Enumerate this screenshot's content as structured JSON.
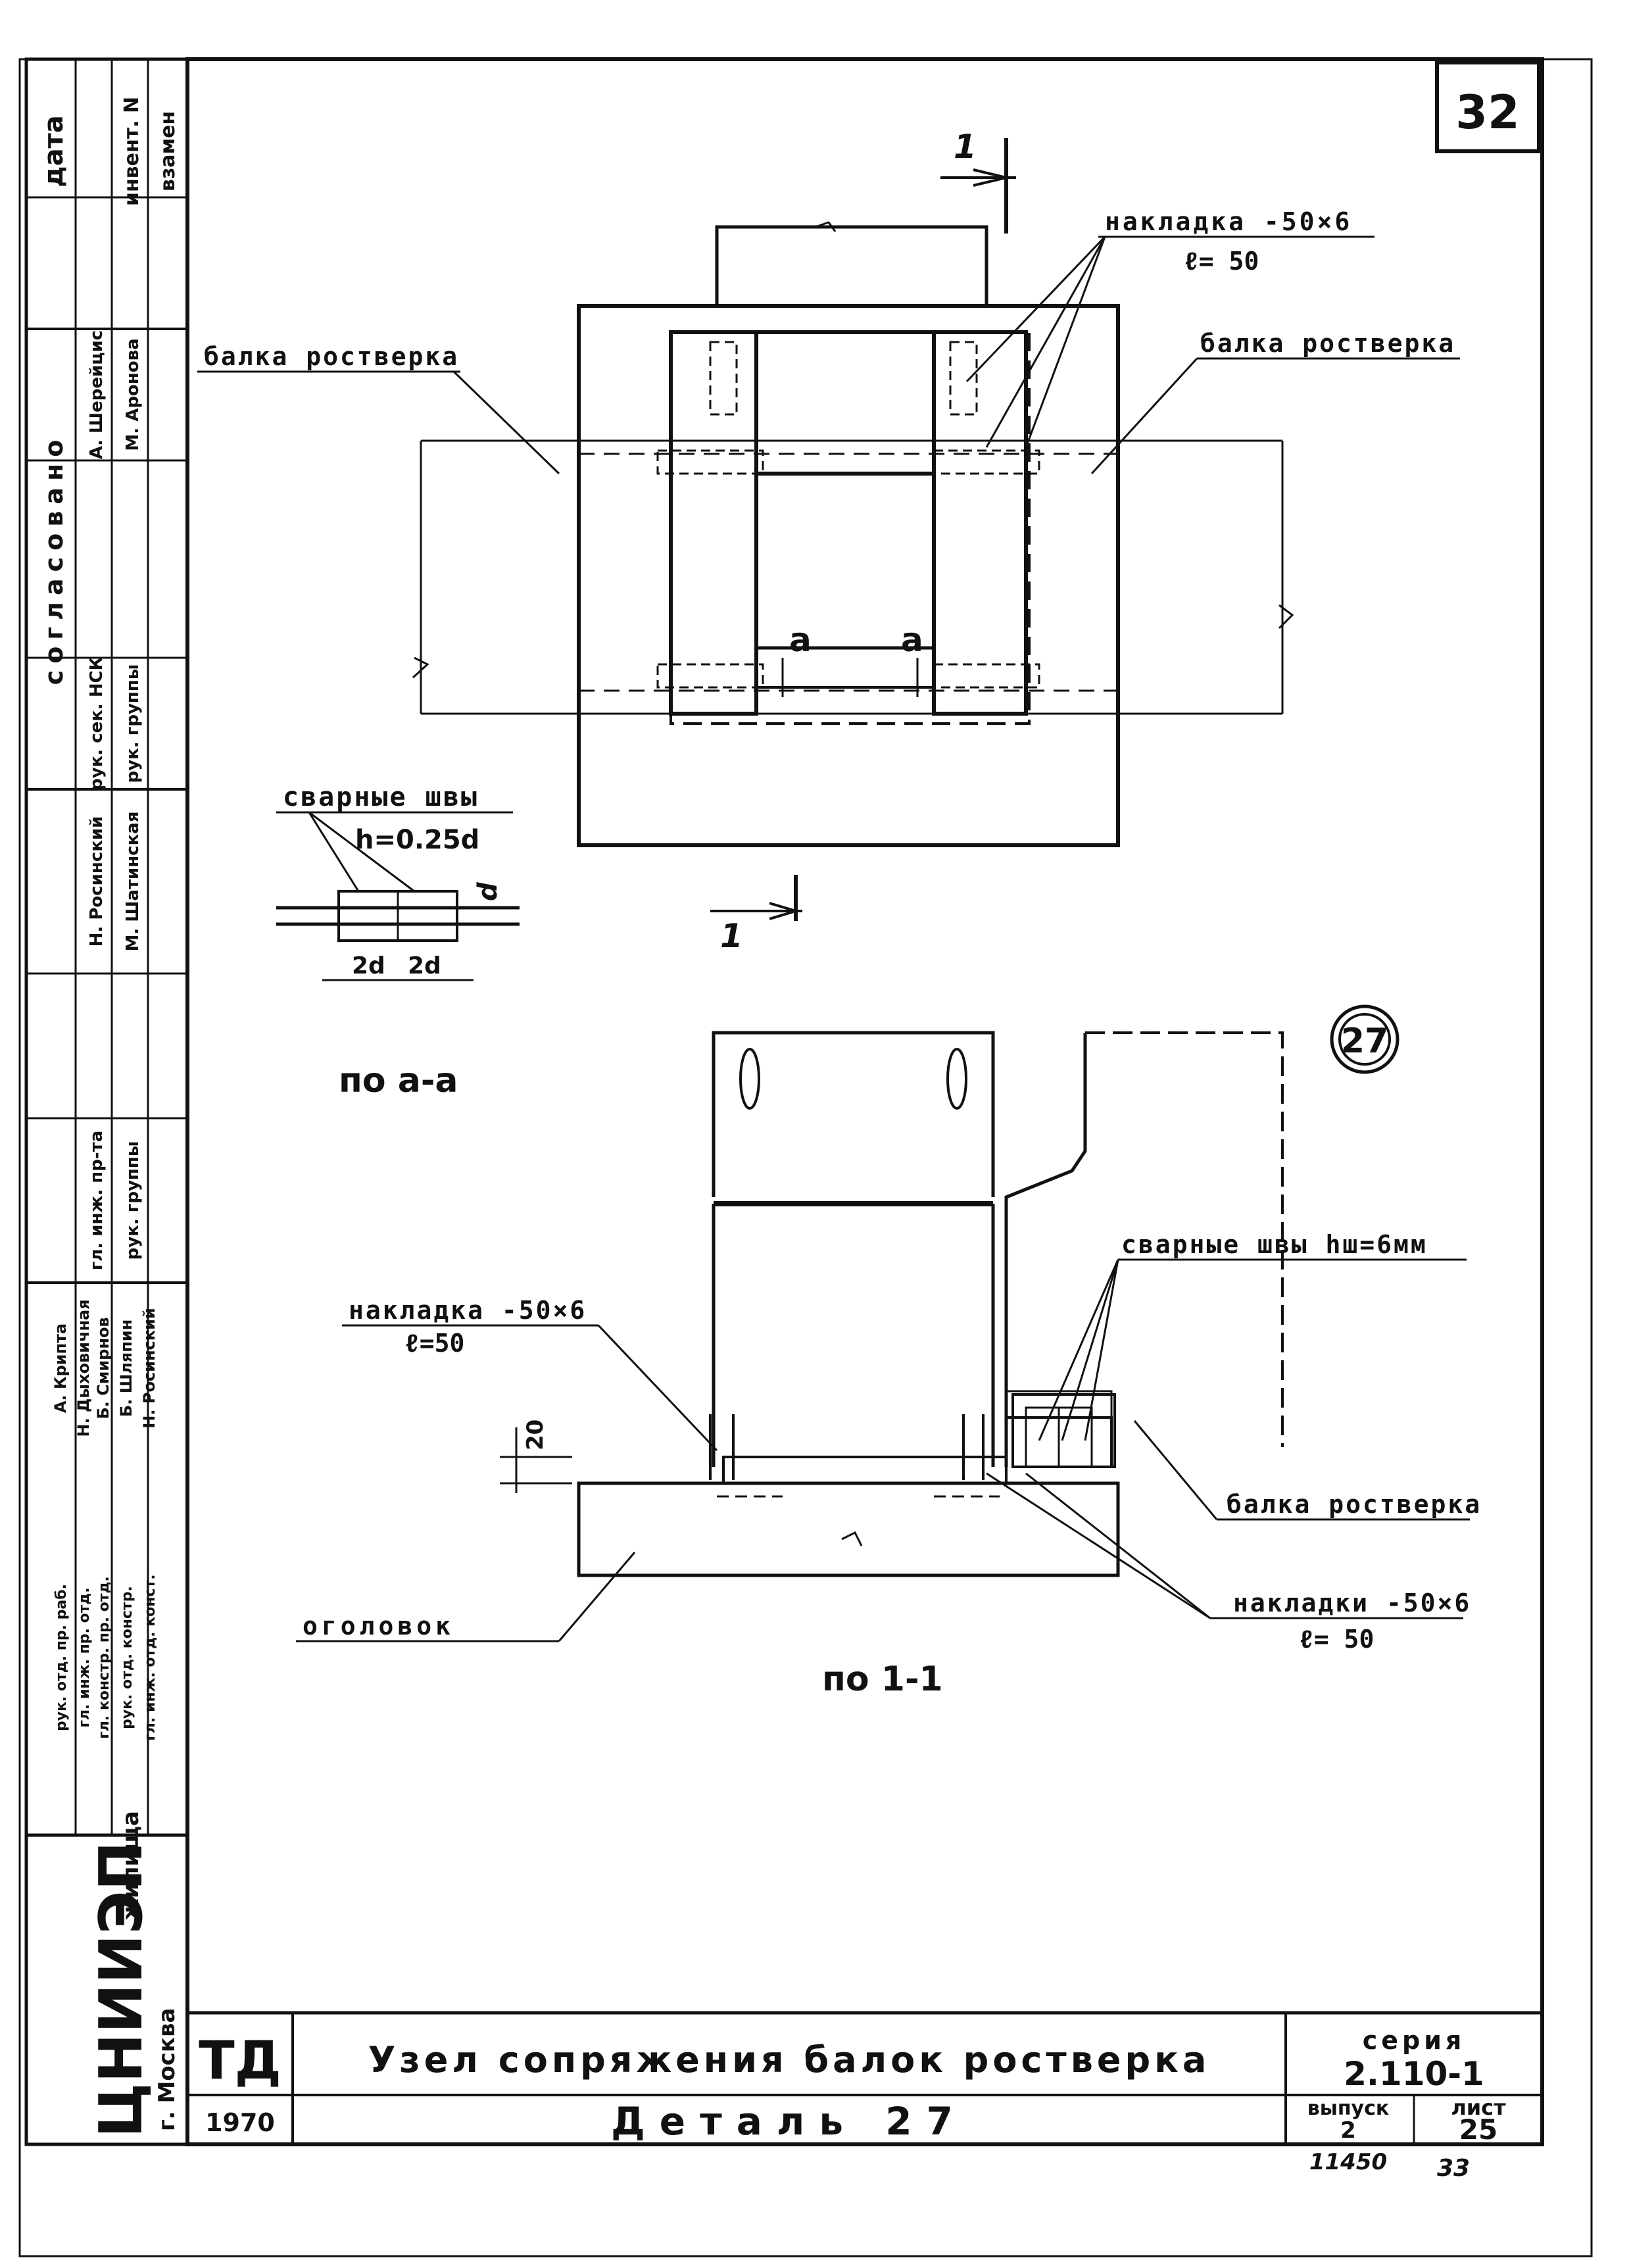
{
  "sheet": {
    "page_number": "32",
    "series_label": "серия",
    "series_value": "2.110-1",
    "issue_label": "выпуск",
    "issue_value": "2",
    "sheet_label": "лист",
    "sheet_value": "25",
    "code_td": "ТД",
    "year": "1970",
    "title": "Узел сопряжения балок ростверка",
    "subtitle": "Деталь 27",
    "inventory_number": "11450",
    "page_footer": "33"
  },
  "stamp": {
    "org_name": "ЦНИИЭП",
    "org_suffix": "жилища",
    "city": "г. Москва",
    "agreed_header": "согласовано",
    "date_label": "дата",
    "inventory_label": "инвент. N",
    "replace_label": "взамен",
    "roles": [
      {
        "role": "рук. отд. пр. раб.",
        "name": "А. Крипта"
      },
      {
        "role": "гл. инж. пр. отд.",
        "name": "Н. Дыховичная"
      },
      {
        "role": "гл. констр. пр. отд.",
        "name": "Б. Смирнов"
      },
      {
        "role": "рук. отд. констр.",
        "name": "Б. Шляпин"
      },
      {
        "role": "гл. инж. отд. конст.",
        "name": "Н. Росинский"
      }
    ],
    "roles2": [
      {
        "role": "гл. инж. пр-та",
        "name": "Н. Росинский"
      },
      {
        "role": "рук. группы",
        "name": "М. Шатинская"
      }
    ],
    "roles3": [
      {
        "role": "рук. сек. НСК",
        "name": "А. Шерейцис"
      },
      {
        "role": "рук. группы",
        "name": "М. Аронова"
      }
    ]
  },
  "plan": {
    "section_mark": "1",
    "beam_left": "балка ростверка",
    "beam_right": "балка ростверка",
    "pad_label": "накладка -50×6",
    "pad_length": "ℓ= 50",
    "mark_a": "a",
    "weld_title": "сварные швы",
    "weld_h": "h=0.25d",
    "weld_d": "d",
    "weld_2d": "2d",
    "view_aa": "по a-a"
  },
  "section": {
    "detail_no": "27",
    "weld_label": "сварные швы hш=6мм",
    "pad_label": "накладка -50×6",
    "pad_length": "ℓ=50",
    "dim_20": "20",
    "beam_label": "балка ростверка",
    "pads_label": "накладки -50×6",
    "pads_length": "ℓ= 50",
    "head_label": "оголовок",
    "view_11": "по 1-1"
  }
}
